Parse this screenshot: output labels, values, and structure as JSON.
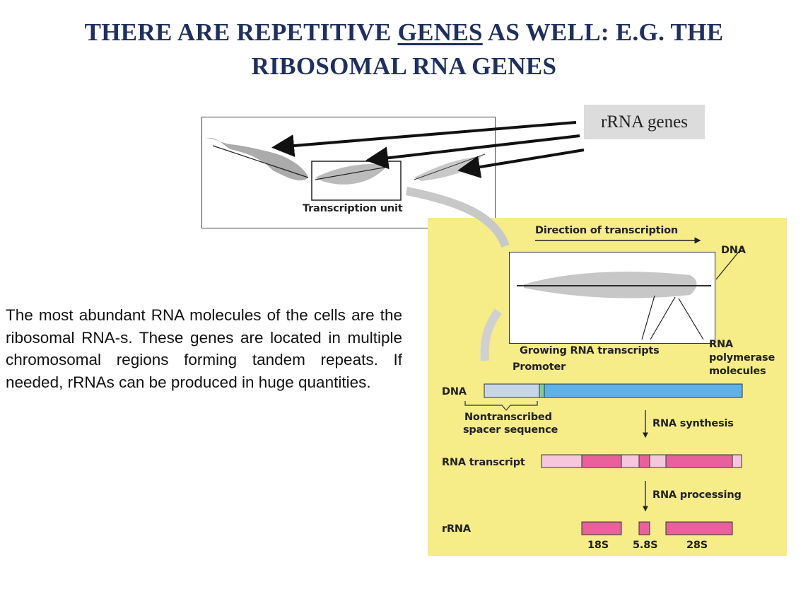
{
  "slide": {
    "title_part1": "THERE ARE REPETITIVE ",
    "title_underlined": "GENES",
    "title_part2": " AS WELL: E.G. THE",
    "title_line2": "RIBOSOMAL RNA GENES",
    "body_text": "The most abundant RNA molecules of the cells are the ribosomal RNA-s.  These genes are located in multiple chromosomal regions forming tandem repeats. If needed, rRNAs can be produced in huge quantities."
  },
  "micrograph": {
    "callout": "rRNA genes",
    "unit_label": "Transcription unit"
  },
  "figure": {
    "direction_label": "Direction of transcription",
    "dna_label_top": "DNA",
    "growing_label": "Growing RNA transcripts",
    "promoter_label": "Promoter",
    "polymerase_label_1": "RNA",
    "polymerase_label_2": "polymerase",
    "polymerase_label_3": "molecules",
    "dna_row_label": "DNA",
    "spacer_label_1": "Nontranscribed",
    "spacer_label_2": "spacer sequence",
    "synthesis_label": "RNA synthesis",
    "transcript_row_label": "RNA transcript",
    "processing_label": "RNA processing",
    "rrna_row_label": "rRNA",
    "rrna_18s": "18S",
    "rrna_58s": "5.8S",
    "rrna_28s": "28S"
  },
  "colors": {
    "title": "#1f2f5e",
    "panel_yellow": "#f6ec88",
    "dna_blue": "#5fb1e8",
    "spacer_blue": "#c7d6e6",
    "rrna_pink": "#e8609c",
    "spacer_pink": "#f5c6dc",
    "promoter_green": "#7fcf95"
  }
}
